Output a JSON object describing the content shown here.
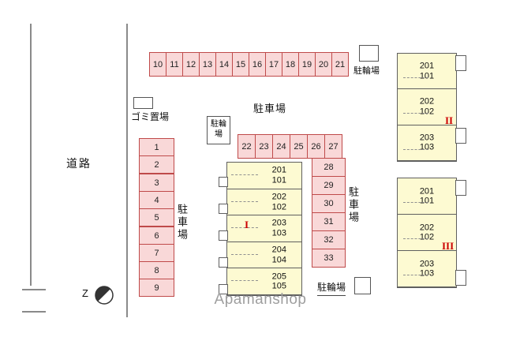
{
  "road_label": "道路",
  "compass_letter": "Z",
  "watermark": "Apamanshop",
  "labels": {
    "parking_main": "駐車場",
    "parking_left": "駐車場",
    "parking_right": "駐車場",
    "bike_top": "駐輪場",
    "bike_mid": "駐輪場",
    "bike_bottom": "駐輪場",
    "garbage": "ゴミ置場"
  },
  "parking": {
    "top_row": [
      "10",
      "11",
      "12",
      "13",
      "14",
      "15",
      "16",
      "17",
      "18",
      "19",
      "20",
      "21"
    ],
    "mid_row": [
      "22",
      "23",
      "24",
      "25",
      "26",
      "27"
    ],
    "left_col": [
      "1",
      "2",
      "3",
      "4",
      "5",
      "6",
      "7",
      "8",
      "9"
    ],
    "right_col": [
      "28",
      "29",
      "30",
      "31",
      "32",
      "33"
    ]
  },
  "buildings": {
    "center": {
      "numeral": "I",
      "units": [
        [
          "201",
          "101"
        ],
        [
          "202",
          "102"
        ],
        [
          "203",
          "103"
        ],
        [
          "204",
          "104"
        ],
        [
          "205",
          "105"
        ]
      ]
    },
    "top_right": {
      "numeral": "II",
      "units": [
        [
          "201",
          "101"
        ],
        [
          "202",
          "102"
        ],
        [
          "203",
          "103"
        ]
      ]
    },
    "bottom_right": {
      "numeral": "III",
      "units": [
        [
          "201",
          "101"
        ],
        [
          "202",
          "102"
        ],
        [
          "203",
          "103"
        ]
      ]
    }
  },
  "colors": {
    "stall_fill": "#f9d8d8",
    "stall_border": "#bf4a4a",
    "unit_fill": "#fdfad2",
    "unit_border": "#5f5f5f",
    "numeral_red": "#cc0000",
    "watermark_gray": "#9e9e9e"
  }
}
